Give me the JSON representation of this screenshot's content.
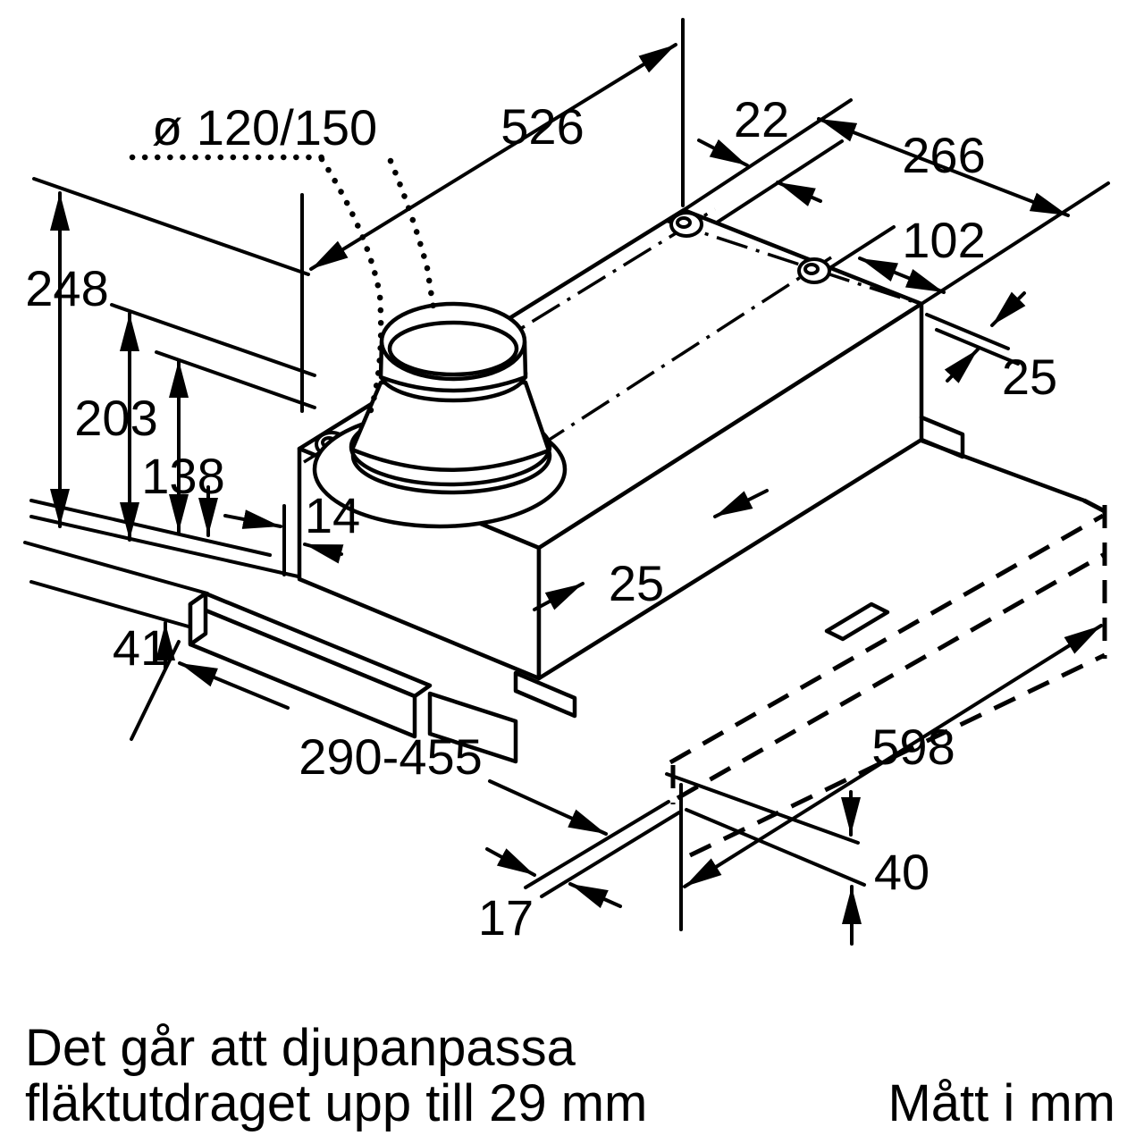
{
  "title": "Cooker hood installation dimension drawing",
  "colors": {
    "ink": "#000000",
    "background": "#ffffff"
  },
  "labels": {
    "diameter": "ø 120/150",
    "d526": "526",
    "d22": "22",
    "d266": "266",
    "d102": "102",
    "d25_right": "25",
    "d248": "248",
    "d203": "203",
    "d138": "138",
    "d14": "14",
    "d25_mid": "25",
    "d41": "41",
    "d290_455": "290-455",
    "d598": "598",
    "d40": "40",
    "d17": "17"
  },
  "notes": {
    "line1": "Det går att djupanpassa",
    "line2": "fläktutdraget upp till 29 mm",
    "units": "Mått i mm"
  }
}
